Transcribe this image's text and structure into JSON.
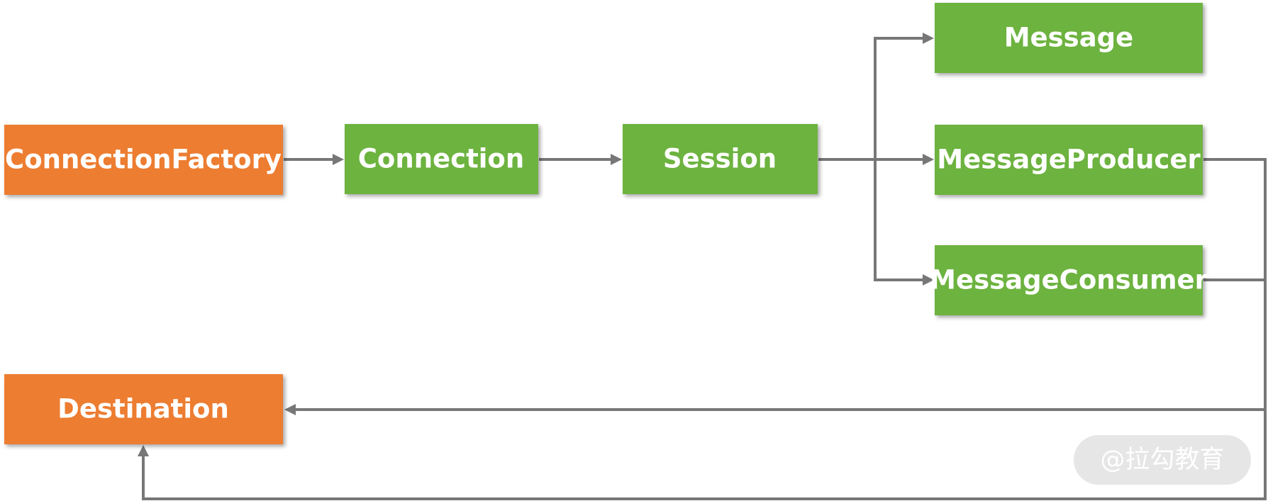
{
  "colors": {
    "orange": "#ED7D31",
    "green": "#6DB33F",
    "connector": "#777777"
  },
  "nodes": [
    {
      "id": "connection-factory",
      "label": "ConnectionFactory",
      "color": "orange"
    },
    {
      "id": "connection",
      "label": "Connection",
      "color": "green"
    },
    {
      "id": "session",
      "label": "Session",
      "color": "green"
    },
    {
      "id": "message",
      "label": "Message",
      "color": "green"
    },
    {
      "id": "message-producer",
      "label": "MessageProducer",
      "color": "green"
    },
    {
      "id": "message-consumer",
      "label": "MessageConsumer",
      "color": "green"
    },
    {
      "id": "destination",
      "label": "Destination",
      "color": "orange"
    }
  ],
  "edges": [
    {
      "from": "connection-factory",
      "to": "connection"
    },
    {
      "from": "connection",
      "to": "session"
    },
    {
      "from": "session",
      "to": "message"
    },
    {
      "from": "session",
      "to": "message-producer"
    },
    {
      "from": "session",
      "to": "message-consumer"
    },
    {
      "from": "message-producer",
      "to": "destination"
    },
    {
      "from": "message-consumer",
      "to": "destination"
    }
  ],
  "watermark": {
    "text": "@拉勾教育"
  }
}
